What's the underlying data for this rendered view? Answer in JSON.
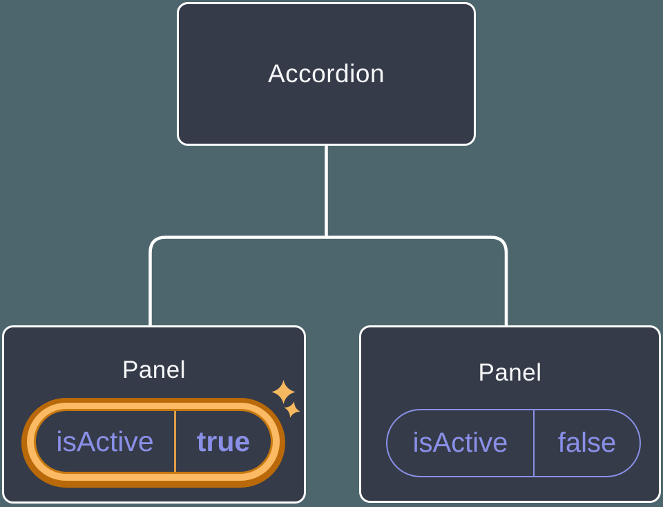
{
  "diagram": {
    "root": {
      "label": "Accordion"
    },
    "panels": [
      {
        "label": "Panel",
        "prop_name": "isActive",
        "prop_value": "true",
        "highlighted": true
      },
      {
        "label": "Panel",
        "prop_name": "isActive",
        "prop_value": "false",
        "highlighted": false
      }
    ]
  },
  "icons": {
    "highlight": "sparkle-icon (four-point star, x2)"
  },
  "colors": {
    "background": "#4D666D",
    "node_fill": "#353B48",
    "node_border": "#FFFFFF",
    "node_text": "#F6F7F9",
    "connector": "#FFFFFF",
    "prop_purple": "#8A90E8",
    "highlight_ring_outer": "#B96909",
    "highlight_ring_band": "#FBBA63",
    "highlight_ring_inner_edge": "#C8790F",
    "highlight_divider": "#DD9E47",
    "sparkle": "#F7B95F"
  }
}
